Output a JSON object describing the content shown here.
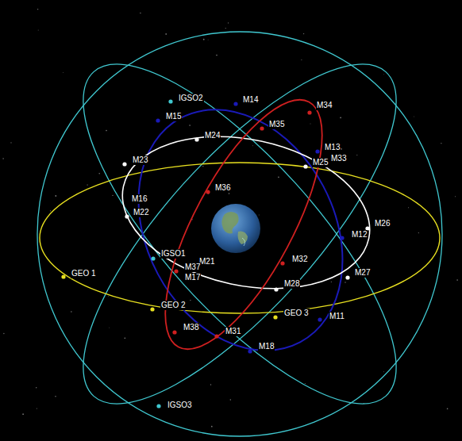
{
  "diagram": {
    "labels": [
      "IGSO2",
      "M14",
      "M34",
      "M15",
      "M35",
      "M24",
      "M13",
      "M23",
      "M25",
      "M33",
      "M36",
      "M16",
      "M22",
      "M26",
      "M12",
      "IGSO1",
      "M21",
      "M32",
      "M37",
      "GEO 1",
      "M27",
      "M28",
      "M17",
      "GEO 2",
      "GEO 3",
      "M11",
      "M38",
      "M31",
      "M18",
      "IGSO3"
    ]
  }
}
